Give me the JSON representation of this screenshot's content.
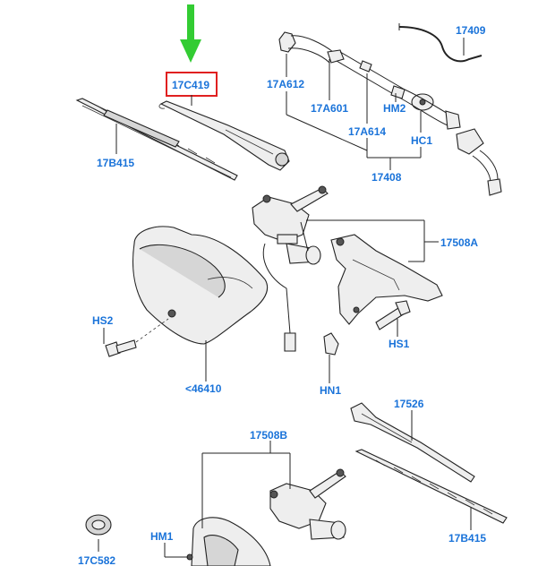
{
  "labels": {
    "17C419": "17C419",
    "17409": "17409",
    "17A612": "17A612",
    "17A601": "17A601",
    "HM2": "HM2",
    "17A614": "17A614",
    "HC1": "HC1",
    "17408": "17408",
    "17B415_top": "17B415",
    "17508A": "17508A",
    "HS2": "HS2",
    "HS1": "HS1",
    "46410": "<46410",
    "HN1": "HN1",
    "17526": "17526",
    "17508B": "17508B",
    "HM1": "HM1",
    "17B415_bottom": "17B415",
    "17C582": "17C582"
  },
  "colors": {
    "label": "#1a73d9",
    "highlight_box": "#e02020",
    "arrow": "#33cc33",
    "line": "#222222"
  }
}
